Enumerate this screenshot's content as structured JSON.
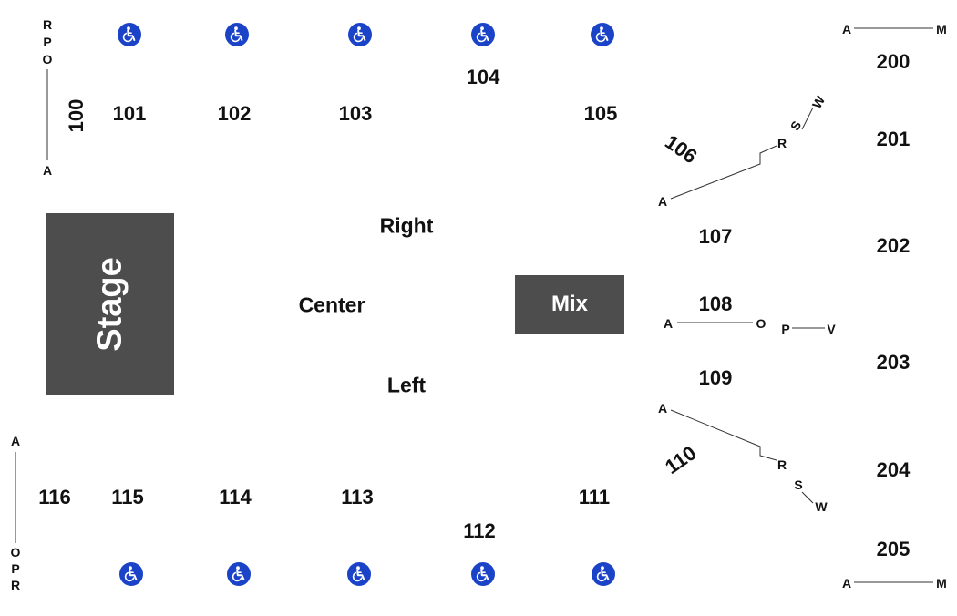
{
  "colors": {
    "stage_fill": "#4d4d4d",
    "ada_blue": "#1a43c8",
    "text": "#111111"
  },
  "icons": {
    "accessible": "wheelchair-icon"
  },
  "stage": {
    "label": "Stage"
  },
  "mix": {
    "label": "Mix"
  },
  "floor": {
    "right": "Right",
    "center": "Center",
    "left": "Left"
  },
  "sections": {
    "s100": "100",
    "s101": "101",
    "s102": "102",
    "s103": "103",
    "s104": "104",
    "s105": "105",
    "s106": "106",
    "s107": "107",
    "s108": "108",
    "s109": "109",
    "s110": "110",
    "s111": "111",
    "s112": "112",
    "s113": "113",
    "s114": "114",
    "s115": "115",
    "s116": "116",
    "s200": "200",
    "s201": "201",
    "s202": "202",
    "s203": "203",
    "s204": "204",
    "s205": "205"
  },
  "rows": {
    "r100_top_r": "R",
    "r100_top_p": "P",
    "r100_top_o": "O",
    "r100_bottom": "A",
    "r116_top": "A",
    "r116_o": "O",
    "r116_p": "P",
    "r116_r": "R",
    "r106_a": "A",
    "r106_r": "R",
    "r106_s": "S",
    "r106_w": "W",
    "r108_a": "A",
    "r108_o": "O",
    "r108_p": "P",
    "r108_v": "V",
    "r110_a": "A",
    "r110_r": "R",
    "r110_s": "S",
    "r110_w": "W",
    "r200_a": "A",
    "r200_m": "M",
    "r205_a": "A",
    "r205_m": "M"
  }
}
